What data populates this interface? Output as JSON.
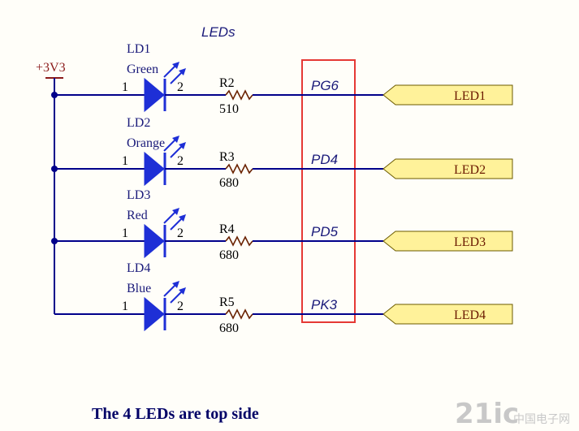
{
  "sheet_title": "LEDs",
  "power_label": "+3V3",
  "caption": "The 4 LEDs are top side",
  "watermark_text": "21ic",
  "watermark_sub": "中国电子网",
  "colors": {
    "wire": "#00008b",
    "diode": "#1e2fd6",
    "port_fill": "#fff29a",
    "highlight_box": "#e53935"
  },
  "leds": [
    {
      "ref": "LD1",
      "color_name": "Green",
      "pin1": "1",
      "pin2": "2",
      "resistor": "R2",
      "value": "510",
      "net": "PG6",
      "port": "LED1"
    },
    {
      "ref": "LD2",
      "color_name": "Orange",
      "pin1": "1",
      "pin2": "2",
      "resistor": "R3",
      "value": "680",
      "net": "PD4",
      "port": "LED2"
    },
    {
      "ref": "LD3",
      "color_name": "Red",
      "pin1": "1",
      "pin2": "2",
      "resistor": "R4",
      "value": "680",
      "net": "PD5",
      "port": "LED3"
    },
    {
      "ref": "LD4",
      "color_name": "Blue",
      "pin1": "1",
      "pin2": "2",
      "resistor": "R5",
      "value": "680",
      "net": "PK3",
      "port": "LED4"
    }
  ]
}
